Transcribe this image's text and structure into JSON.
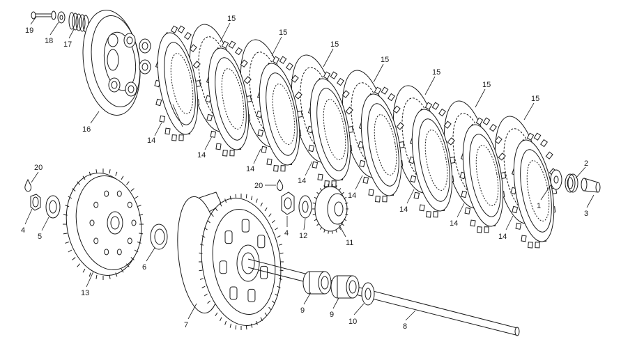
{
  "diagram": {
    "callouts": [
      {
        "id": "c19",
        "text": "19"
      },
      {
        "id": "c18",
        "text": "18"
      },
      {
        "id": "c17",
        "text": "17"
      },
      {
        "id": "c16",
        "text": "16"
      },
      {
        "id": "c15a",
        "text": "15"
      },
      {
        "id": "c15b",
        "text": "15"
      },
      {
        "id": "c15c",
        "text": "15"
      },
      {
        "id": "c15d",
        "text": "15"
      },
      {
        "id": "c15e",
        "text": "15"
      },
      {
        "id": "c15f",
        "text": "15"
      },
      {
        "id": "c15g",
        "text": "15"
      },
      {
        "id": "c14a",
        "text": "14"
      },
      {
        "id": "c14b",
        "text": "14"
      },
      {
        "id": "c14c",
        "text": "14"
      },
      {
        "id": "c14d",
        "text": "14"
      },
      {
        "id": "c14e",
        "text": "14"
      },
      {
        "id": "c14f",
        "text": "14"
      },
      {
        "id": "c14g",
        "text": "14"
      },
      {
        "id": "c14h",
        "text": "14"
      },
      {
        "id": "c20a",
        "text": "20"
      },
      {
        "id": "c20b",
        "text": "20"
      },
      {
        "id": "c4a",
        "text": "4"
      },
      {
        "id": "c4b",
        "text": "4"
      },
      {
        "id": "c5",
        "text": "5"
      },
      {
        "id": "c13",
        "text": "13"
      },
      {
        "id": "c6",
        "text": "6"
      },
      {
        "id": "c7",
        "text": "7"
      },
      {
        "id": "c12",
        "text": "12"
      },
      {
        "id": "c11",
        "text": "11"
      },
      {
        "id": "c9a",
        "text": "9"
      },
      {
        "id": "c9b",
        "text": "9"
      },
      {
        "id": "c10",
        "text": "10"
      },
      {
        "id": "c8",
        "text": "8"
      },
      {
        "id": "c1",
        "text": "1"
      },
      {
        "id": "c2",
        "text": "2"
      },
      {
        "id": "c3",
        "text": "3"
      }
    ]
  }
}
